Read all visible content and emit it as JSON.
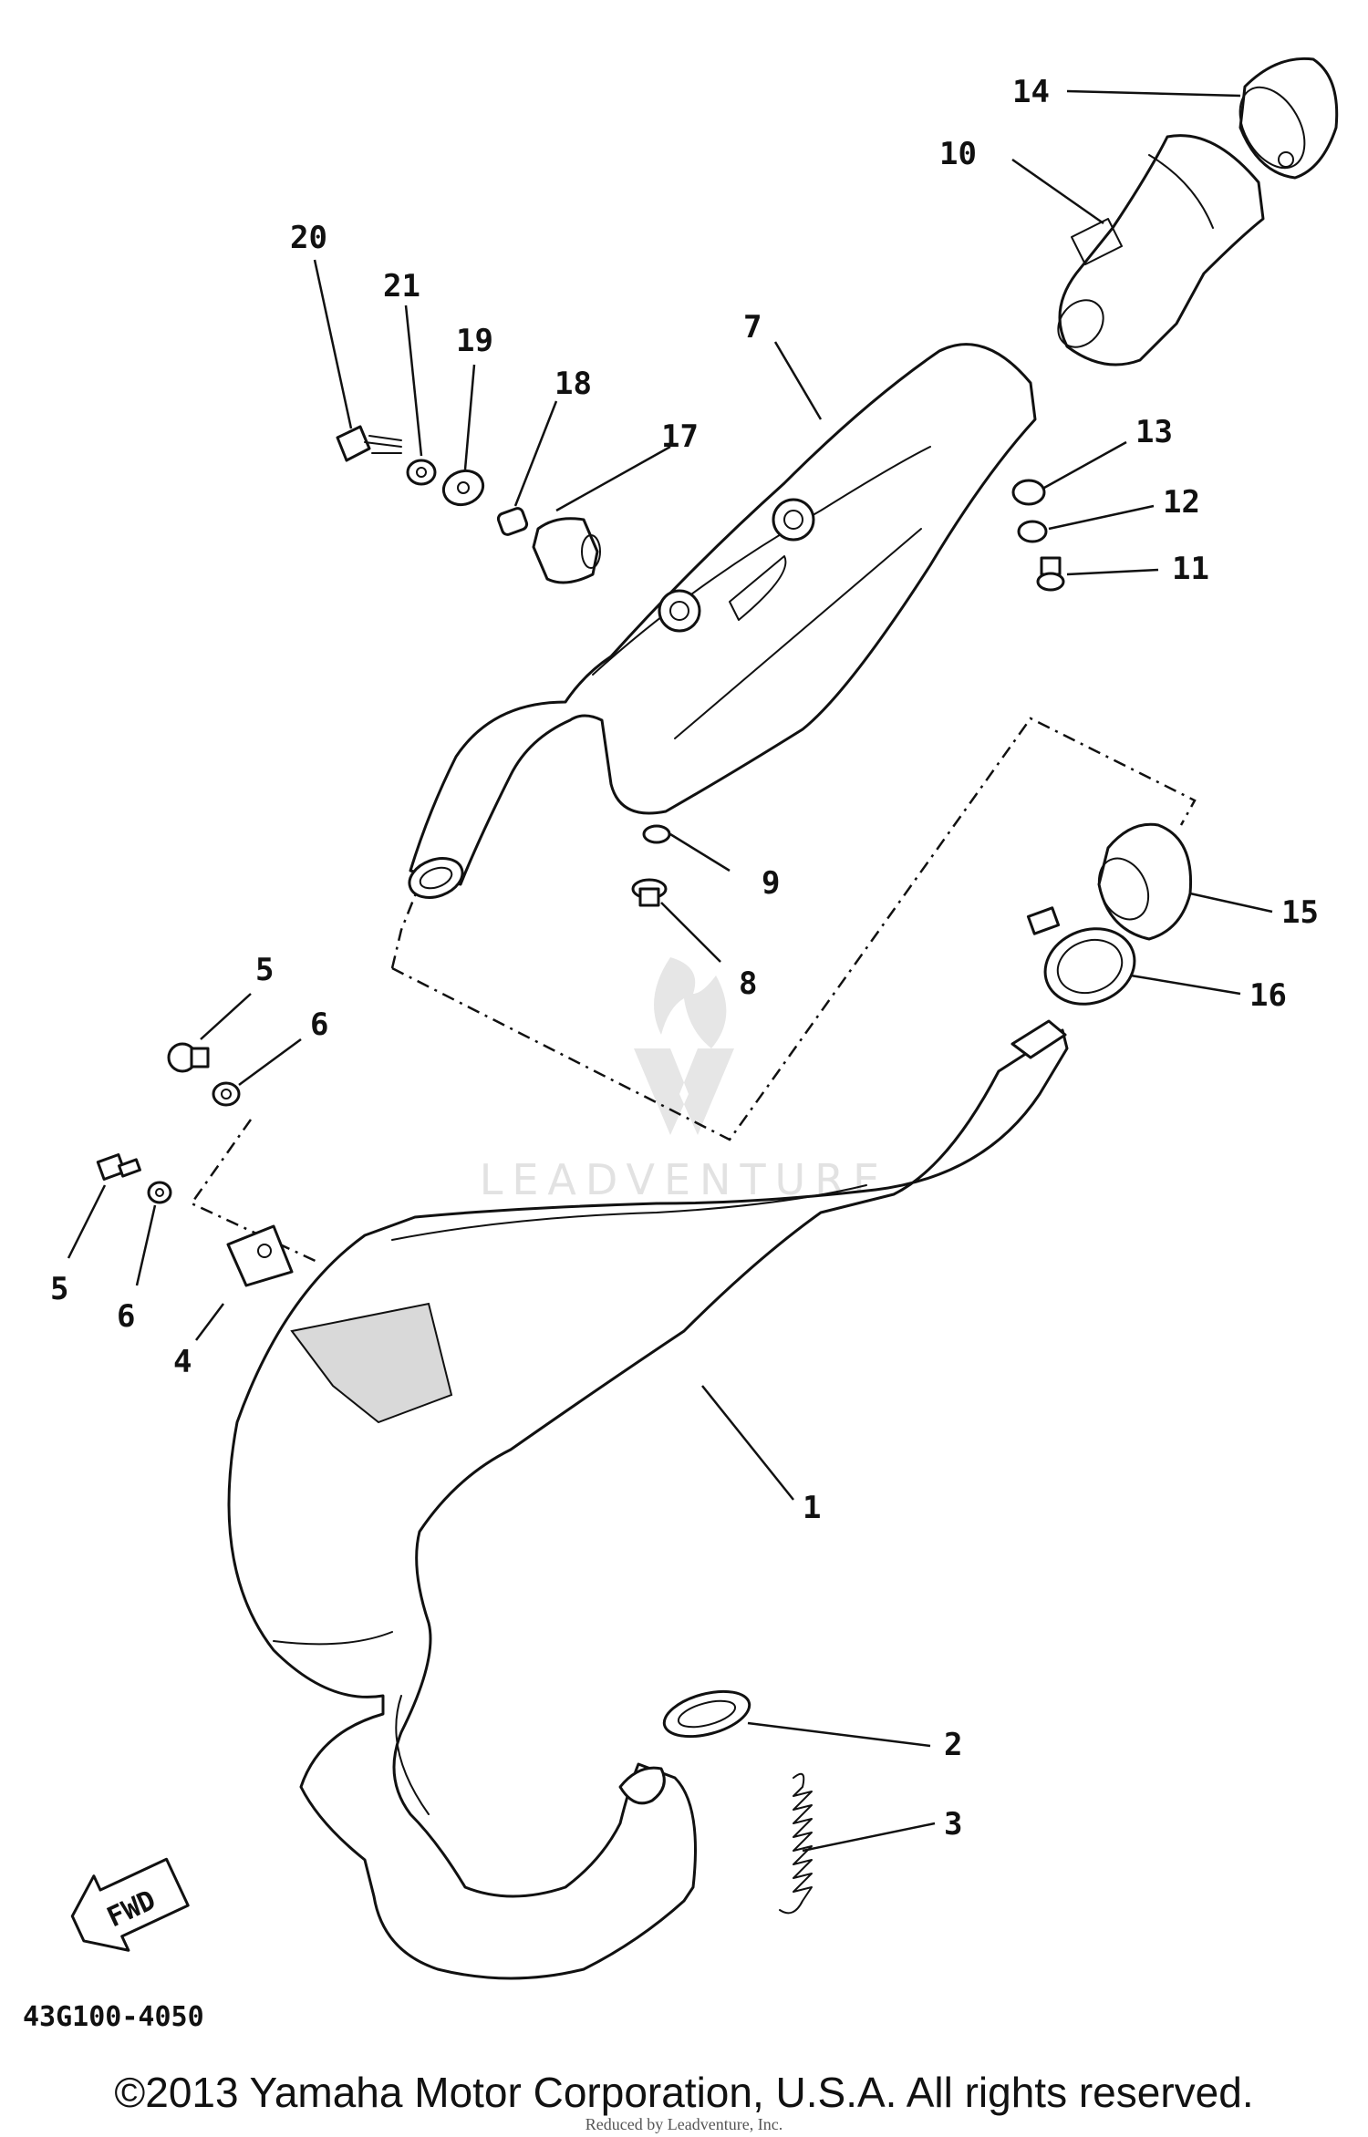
{
  "diagram": {
    "callouts": {
      "p1": "1",
      "p2": "2",
      "p3": "3",
      "p4": "4",
      "p5a": "5",
      "p5b": "5",
      "p6a": "6",
      "p6b": "6",
      "p7": "7",
      "p8": "8",
      "p9": "9",
      "p10": "10",
      "p11": "11",
      "p12": "12",
      "p13": "13",
      "p14": "14",
      "p15": "15",
      "p16": "16",
      "p17": "17",
      "p18": "18",
      "p19": "19",
      "p20": "20",
      "p21": "21"
    },
    "fwd_label": "FWD",
    "diagram_code": "43G100-4050",
    "watermark": "LEADVENTURE"
  },
  "footer": {
    "copyright": "©2013 Yamaha Motor Corporation, U.S.A. All rights reserved.",
    "credit": "Reduced by Leadventure, Inc."
  }
}
